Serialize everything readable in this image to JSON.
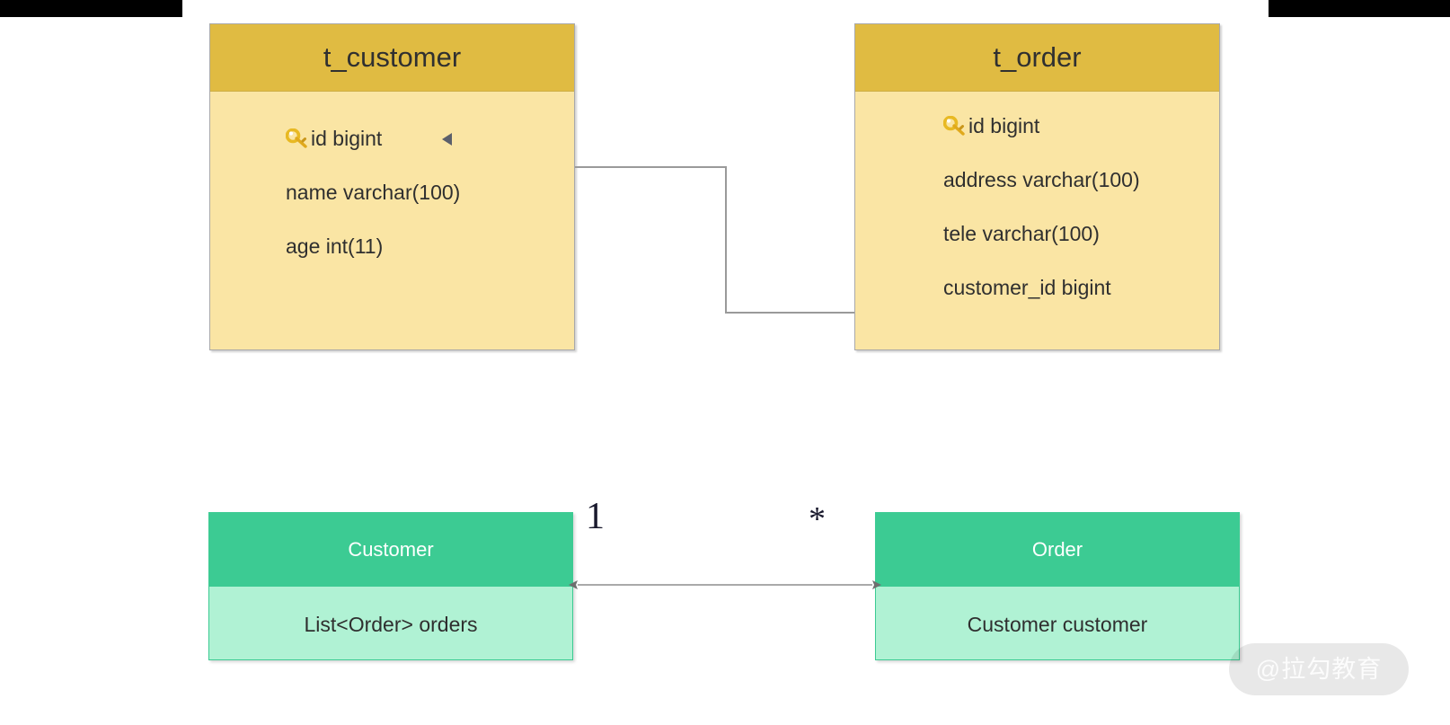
{
  "diagram": {
    "title_hidden": "",
    "er_tables": [
      {
        "name": "t_customer",
        "fields": [
          {
            "label": "id bigint",
            "primary_key": true,
            "icon": "key-icon",
            "marker": "left-triangle-icon"
          },
          {
            "label": "name varchar(100)",
            "primary_key": false
          },
          {
            "label": "age int(11)",
            "primary_key": false
          }
        ]
      },
      {
        "name": "t_order",
        "fields": [
          {
            "label": "id bigint",
            "primary_key": true,
            "icon": "key-icon"
          },
          {
            "label": "address varchar(100)",
            "primary_key": false
          },
          {
            "label": "tele varchar(100)",
            "primary_key": false
          },
          {
            "label": "customer_id bigint",
            "primary_key": false
          }
        ]
      }
    ],
    "uml_classes": [
      {
        "name": "Customer",
        "attribute": "List<Order> orders"
      },
      {
        "name": "Order",
        "attribute": "Customer customer"
      }
    ],
    "association": {
      "left_multiplicity": "1",
      "right_multiplicity": "*"
    },
    "watermark": "@拉勾教育",
    "colors": {
      "er_header": "#e0bb42",
      "er_body": "#fae5a4",
      "er_border": "#a9a9a9",
      "uml_header": "#3ccb93",
      "uml_body": "#b0f2d4",
      "connector": "#9a9a9a",
      "arrow": "#6e6e6e",
      "text_dark": "#2f2f2f",
      "background": "#ffffff",
      "crop_bar": "#000000"
    }
  }
}
